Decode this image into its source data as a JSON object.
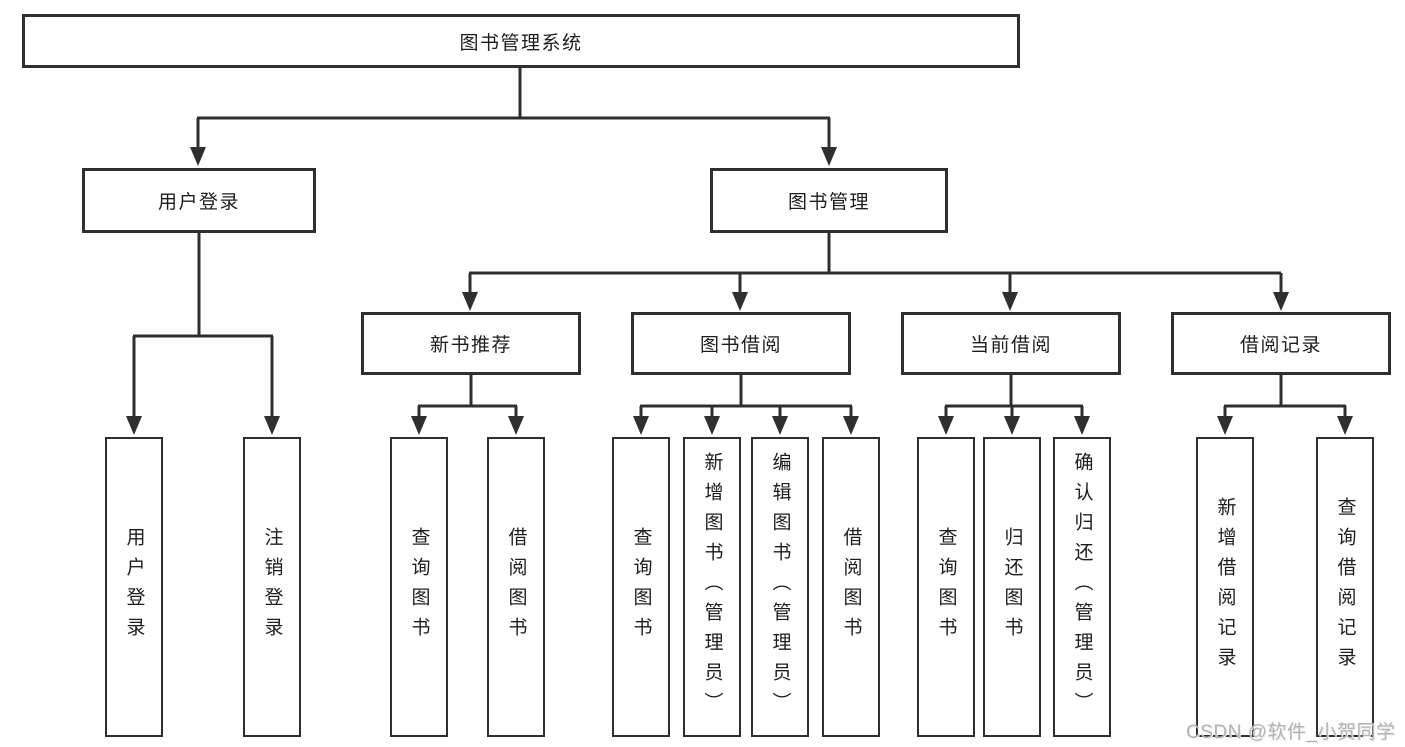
{
  "diagram": {
    "root": "图书管理系统",
    "login_branch": {
      "label": "用户登录",
      "children": {
        "login": "用户登录",
        "logout": "注销登录"
      }
    },
    "mgmt_branch": {
      "label": "图书管理",
      "groups": {
        "new_book": {
          "label": "新书推荐",
          "children": {
            "query": "查询图书",
            "borrow": "借阅图书"
          }
        },
        "borrowing": {
          "label": "图书借阅",
          "children": {
            "query": "查询图书",
            "add": "新增图书（管理员）",
            "edit": "编辑图书（管理员）",
            "borrow": "借阅图书"
          }
        },
        "current": {
          "label": "当前借阅",
          "children": {
            "query": "查询图书",
            "return": "归还图书",
            "confirm": "确认归还（管理员）"
          }
        },
        "records": {
          "label": "借阅记录",
          "children": {
            "add": "新增借阅记录",
            "query": "查询借阅记录"
          }
        }
      }
    }
  },
  "watermark": "CSDN @软件_小贺同学",
  "colors": {
    "line": "#2f2f2f",
    "text": "#1d1d1d",
    "watermark": "#b3b3b3",
    "background": "#ffffff"
  }
}
